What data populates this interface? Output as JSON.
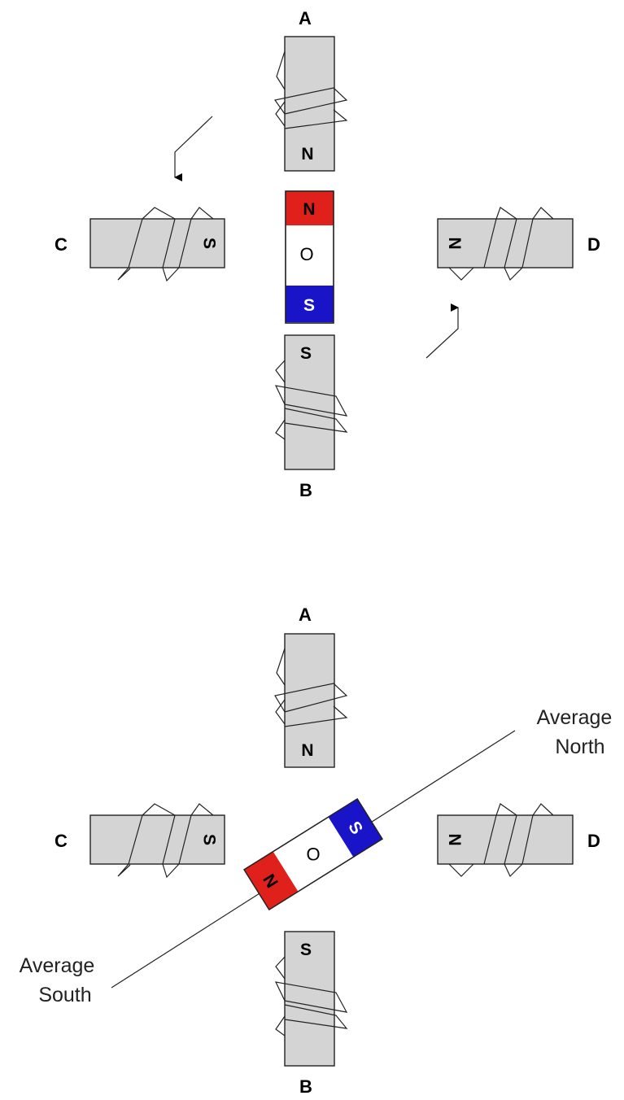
{
  "colors": {
    "north": "#e0211b",
    "south": "#1a14c8",
    "core": "#d4d4d4"
  },
  "diagram_top": {
    "label_a": "A",
    "label_b": "B",
    "label_c": "C",
    "label_d": "D",
    "pole_a": "N",
    "pole_b": "S",
    "pole_c": "S",
    "pole_d": "N",
    "rotor_north": "N",
    "rotor_center": "O",
    "rotor_south": "S"
  },
  "diagram_bottom": {
    "label_a": "A",
    "label_b": "B",
    "label_c": "C",
    "label_d": "D",
    "pole_a": "N",
    "pole_b": "S",
    "pole_c": "S",
    "pole_d": "N",
    "rotor_north": "N",
    "rotor_center": "O",
    "rotor_south": "S",
    "average_north_line1": "Average",
    "average_north_line2": "North",
    "average_south_line1": "Average",
    "average_south_line2": "South"
  }
}
